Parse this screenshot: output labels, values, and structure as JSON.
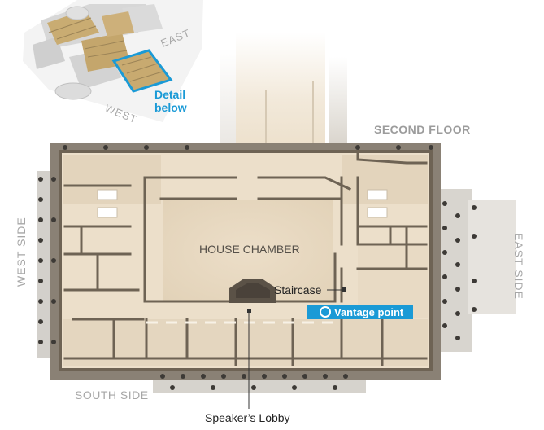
{
  "inset": {
    "east_label": "EAST",
    "west_label": "WEST",
    "detail_line1": "Detail",
    "detail_line2": "below"
  },
  "plan": {
    "floor_label": "SECOND FLOOR",
    "chamber_label": "HOUSE CHAMBER",
    "west_side_label": "WEST SIDE",
    "east_side_label": "EAST SIDE",
    "south_side_label": "SOUTH SIDE"
  },
  "callouts": {
    "staircase": "Staircase",
    "vantage_point": "Vantage point",
    "speakers_lobby": "Speaker’s Lobby"
  },
  "colors": {
    "accent": "#1a9ad6",
    "wall": "#6e6354",
    "floor": "#ecdfca",
    "chamber": "#e6d7bf",
    "label_gray": "#a7a7a7",
    "text_dark": "#3b3b3b"
  }
}
